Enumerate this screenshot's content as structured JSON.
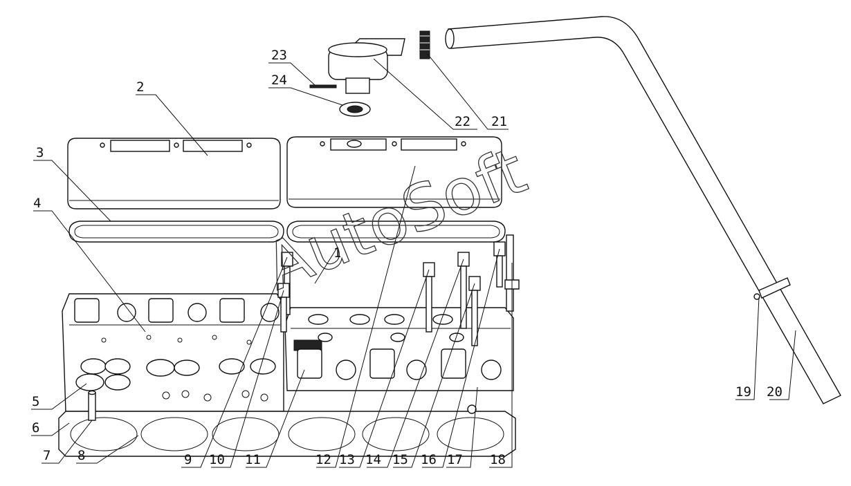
{
  "watermark": "AutoSoft",
  "colors": {
    "line": "#111111",
    "background": "#ffffff"
  },
  "labels": {
    "l1": "1",
    "l2": "2",
    "l3": "3",
    "l4": "4",
    "l5": "5",
    "l6": "6",
    "l7": "7",
    "l8": "8",
    "l9": "9",
    "l10": "10",
    "l11": "11",
    "l12": "12",
    "l13": "13",
    "l14": "14",
    "l15": "15",
    "l16": "16",
    "l17": "17",
    "l18": "18",
    "l19": "19",
    "l20": "20",
    "l21": "21",
    "l22": "22",
    "l23": "23",
    "l24": "24"
  }
}
